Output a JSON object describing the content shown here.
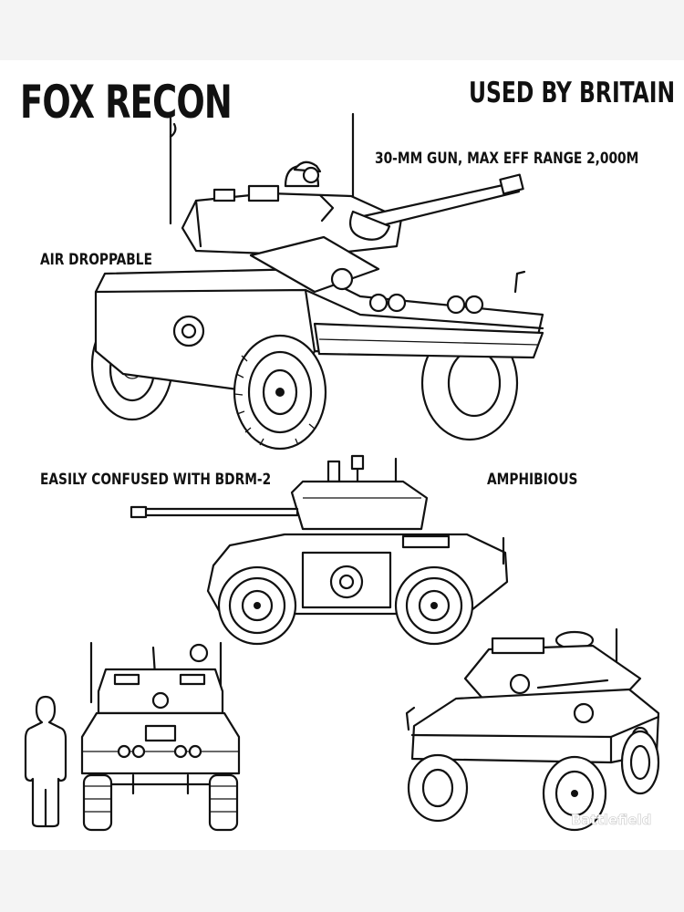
{
  "poster": {
    "title": "FOX RECON",
    "subtitle": "USED BY BRITAIN",
    "callouts": {
      "gun": "30-MM GUN, MAX EFF RANGE 2,000M",
      "air": "AIR DROPPABLE",
      "confused": "EASILY CONFUSED WITH BDRM-2",
      "amphibious": "AMPHIBIOUS"
    },
    "watermark": "Battlefield"
  },
  "colors": {
    "ink": "#111111",
    "paper": "#ffffff",
    "backdrop": "#f4f4f4"
  },
  "illustrations": {
    "perspective_front": "fox-vehicle-three-quarter-front",
    "side": "fox-vehicle-side-profile",
    "front": "fox-vehicle-front-view",
    "rear_perspective": "fox-vehicle-three-quarter-rear",
    "scale": "human-silhouette-scale"
  }
}
